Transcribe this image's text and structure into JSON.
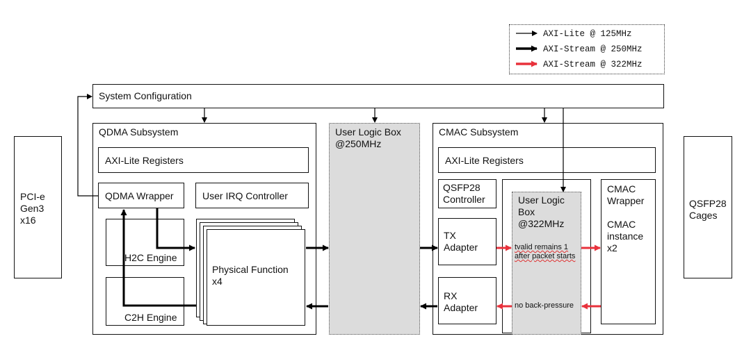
{
  "legend": {
    "items": [
      {
        "label": "AXI-Lite    @ 125MHz",
        "color": "#000000"
      },
      {
        "label": "AXI-Stream @ 250MHz",
        "color": "#000000"
      },
      {
        "label": "AXI-Stream @ 322MHz",
        "color": "#e8323c"
      }
    ]
  },
  "blocks": {
    "system_config": "System Configuration",
    "pcie": "PCI-e\nGen3\nx16",
    "qsfp_cages": "QSFP28\nCages",
    "qdma_subsystem": "QDMA Subsystem",
    "qdma_axil": "AXI-Lite Registers",
    "qdma_wrapper": "QDMA Wrapper",
    "user_irq": "User IRQ Controller",
    "h2c": "H2C Engine",
    "c2h": "C2H Engine",
    "phys_func": "Physical Function\nx4",
    "user_logic_250": "User Logic Box\n@250MHz",
    "cmac_subsystem": "CMAC Subsystem",
    "cmac_axil": "AXI-Lite Registers",
    "qsfp_ctrl": "QSFP28\nController",
    "tx_adapter": "TX\nAdapter",
    "rx_adapter": "RX\nAdapter",
    "user_logic_322": "User Logic\nBox\n@322MHz",
    "tvalid_note": "tvalid remains 1\nafter packet starts",
    "backpressure_note": "no back-pressure",
    "cmac_wrapper": "CMAC\nWrapper",
    "cmac_instance": "CMAC\ninstance\nx2"
  },
  "colors": {
    "red_arrow": "#e8323c",
    "gray_box": "#dcdcdc"
  }
}
